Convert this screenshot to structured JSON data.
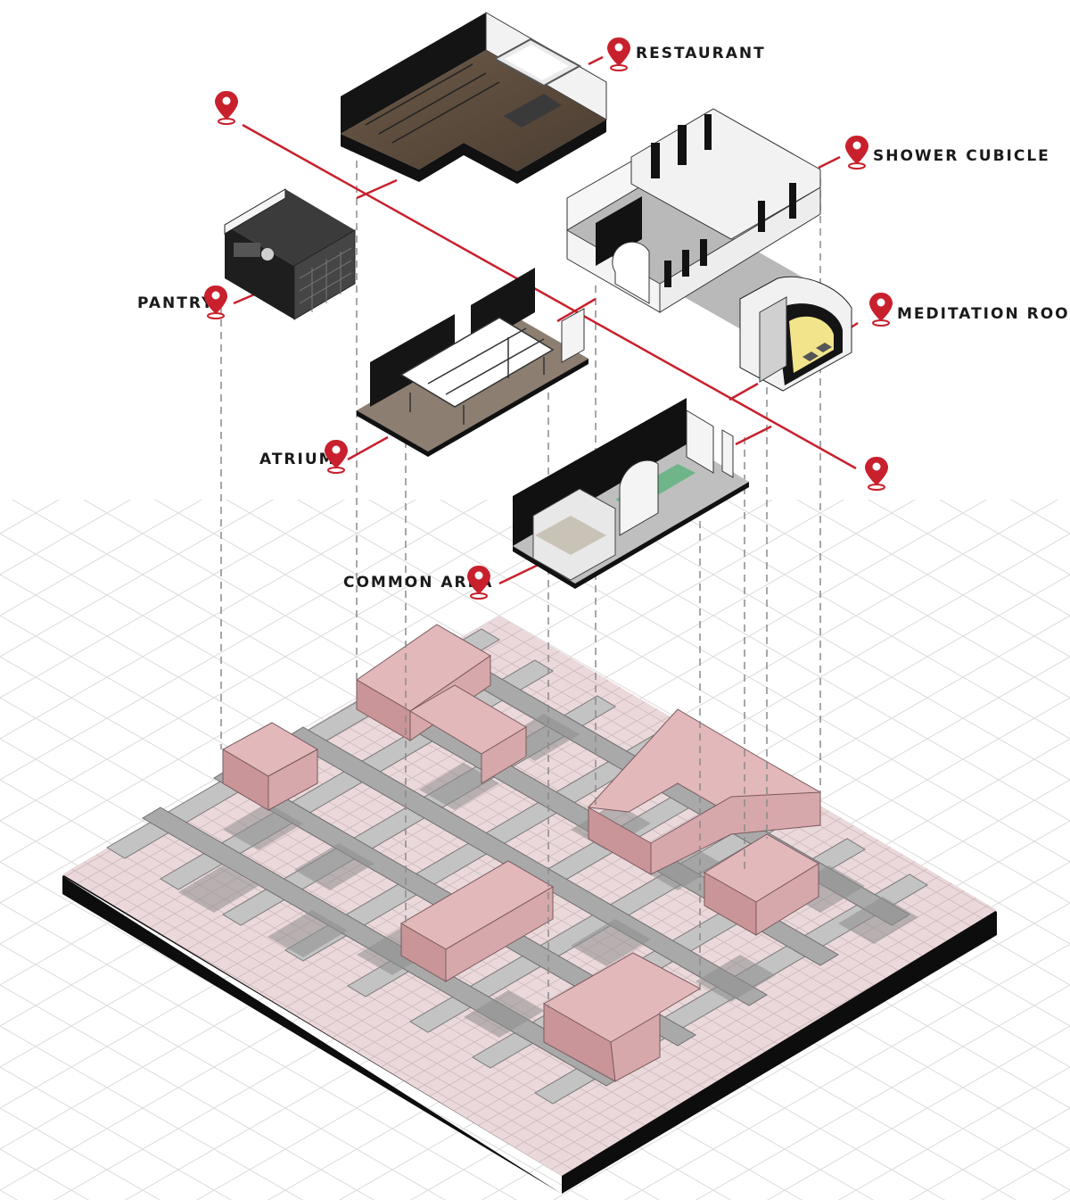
{
  "labels": {
    "restaurant": "RESTAURANT",
    "shower_cubicle": "SHOWER CUBICLE",
    "pantry": "PANTRY",
    "meditation_room": "MEDITATION ROOM",
    "atrium": "ATRIUM",
    "common_area": "COMMON AREA"
  },
  "colors": {
    "accent": "#c8202c",
    "highlight_block": "#d7a8ab",
    "wall": "#bdbdbd",
    "floor": "#ead8da",
    "base": "#0d0d0d",
    "grid": "#d9d9d9"
  },
  "icons": [
    "location-pin-icon"
  ]
}
